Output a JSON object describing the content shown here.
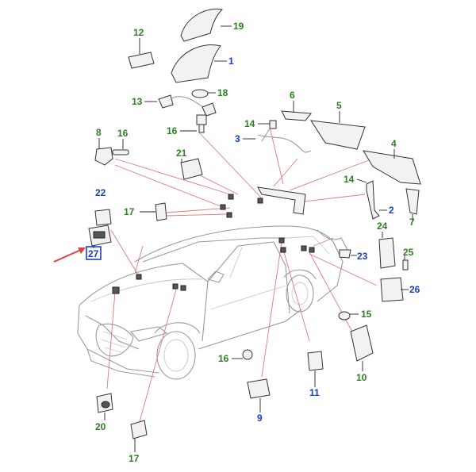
{
  "diagram": {
    "colors": {
      "label_green": "#2e7d22",
      "label_blue": "#1a3fc4",
      "callout_red": "#e04040",
      "leader_red": "#e07a7a",
      "highlight_box": "#1a3fc4"
    },
    "callouts": [
      {
        "id": "c19",
        "text": "19",
        "color": "green"
      },
      {
        "id": "c12",
        "text": "12",
        "color": "green"
      },
      {
        "id": "c1",
        "text": "1",
        "color": "blue"
      },
      {
        "id": "c13",
        "text": "13",
        "color": "green"
      },
      {
        "id": "c18",
        "text": "18",
        "color": "green"
      },
      {
        "id": "c6",
        "text": "6",
        "color": "green"
      },
      {
        "id": "c5",
        "text": "5",
        "color": "green"
      },
      {
        "id": "c8",
        "text": "8",
        "color": "green"
      },
      {
        "id": "c16a",
        "text": "16",
        "color": "green"
      },
      {
        "id": "c16b",
        "text": "16",
        "color": "green"
      },
      {
        "id": "c14a",
        "text": "14",
        "color": "green"
      },
      {
        "id": "c3",
        "text": "3",
        "color": "blue"
      },
      {
        "id": "c4",
        "text": "4",
        "color": "green"
      },
      {
        "id": "c21",
        "text": "21",
        "color": "green"
      },
      {
        "id": "c14b",
        "text": "14",
        "color": "green"
      },
      {
        "id": "c2",
        "text": "2",
        "color": "blue"
      },
      {
        "id": "c7",
        "text": "7",
        "color": "green"
      },
      {
        "id": "c22",
        "text": "22",
        "color": "blue"
      },
      {
        "id": "c17a",
        "text": "17",
        "color": "green"
      },
      {
        "id": "c24",
        "text": "24",
        "color": "green"
      },
      {
        "id": "c25",
        "text": "25",
        "color": "green"
      },
      {
        "id": "c23",
        "text": "23",
        "color": "blue"
      },
      {
        "id": "c27",
        "text": "27",
        "color": "blue",
        "highlighted": true
      },
      {
        "id": "c26",
        "text": "26",
        "color": "blue"
      },
      {
        "id": "c15",
        "text": "15",
        "color": "green"
      },
      {
        "id": "c10",
        "text": "10",
        "color": "green"
      },
      {
        "id": "c16c",
        "text": "16",
        "color": "green"
      },
      {
        "id": "c11",
        "text": "11",
        "color": "blue"
      },
      {
        "id": "c9",
        "text": "9",
        "color": "blue"
      },
      {
        "id": "c20",
        "text": "20",
        "color": "green"
      },
      {
        "id": "c17b",
        "text": "17",
        "color": "green"
      }
    ]
  }
}
